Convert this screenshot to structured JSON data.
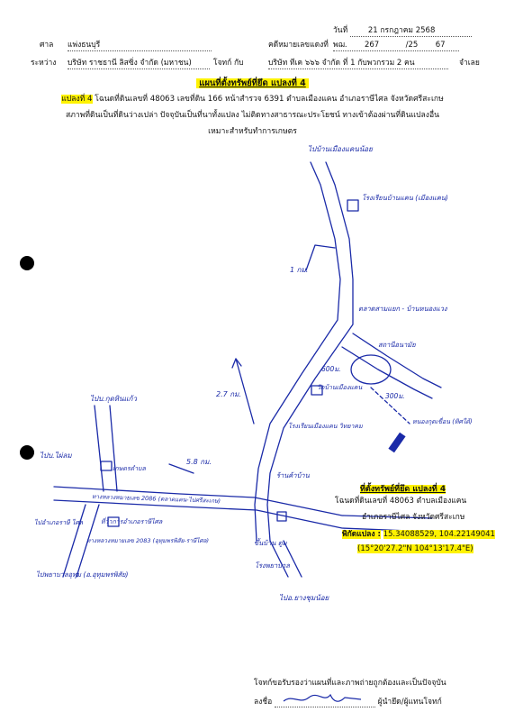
{
  "header": {
    "date_label": "วันที่",
    "date_value": "21 กรกฎาคม 2568",
    "court_label": "ศาล",
    "court_value": "แพ่งธนบุรี",
    "case_label": "คดีหมายเลขแดงที่",
    "case_prefix": "พฌ.",
    "case_number": "267",
    "case_sep": "/25",
    "case_year": "67",
    "between_label": "ระหว่าง",
    "plaintiff": "บริษัท ราชธานี ลิสซิ่ง จำกัด (มหาชน)",
    "plaintiff_role": "โจทก์ กับ",
    "defendant": "บริษัท ทีเค ๖๖๖ จำกัด ที่ 1 กับพวกรวม 2 คน",
    "defendant_role": "จำเลย"
  },
  "title": "แผนที่ตั้งทรัพย์ที่ยึด แปลงที่ 4",
  "description": {
    "plot_label": "แปลงที่ 4",
    "line1_rest": " โฉนดที่ดินเลขที่ 48063 เลขที่ดิน 166 หน้าสำรวจ 6391 ตำบลเมืองแคน อำเภอราษีไศล จังหวัดศรีสะเกษ",
    "line2": "สภาพที่ดินเป็นที่ดินว่างเปล่า ปัจจุบันเป็นที่นาทั้งแปลง ไม่ติดทางสาธารณะประโยชน์ ทางเข้าต้องผ่านที่ดินแปลงอื่น",
    "line3": "เหมาะสำหรับทำการเกษตร"
  },
  "legend": {
    "title": "ที่ตั้งทรัพย์ที่ยึด แปลงที่ 4",
    "deed": "โฉนดที่ดินเลขที่ 48063 ตำบลเมืองแคน",
    "location": "อำเภอราษีไศล จังหวัดศรีสะเกษ",
    "coords_label": "พิกัดแปลง :",
    "coords_decimal": "15.34088529, 104.22149041",
    "coords_dms": "(15°20'27.2\"N 104°13'17.4\"E)"
  },
  "map_labels": {
    "to_muang_kae": "ไปบ้านเมืองแคนน้อย",
    "school": "โรงเรียนบ้านแคน (เมืองแคน)",
    "dist_1km": "1 กม.",
    "intersection": "ตลาดสามแยก - บ้านหนองแวง",
    "health": "สถานีอนามัย",
    "dist_600m": "600ม.",
    "dist_300m": "300ม.",
    "nong_khuean": "หนองกุดเขื่อน (ทิศใต้)",
    "dist_2_7km": "2.7 กม.",
    "to_kut_hin": "ไปบ.กุดหินแก้ว",
    "wat": "วัดบ้านเมืองแคน",
    "school2": "โรงเรียนเมืองแคน วิทยาคม",
    "to_phai_lom": "ไปบ.ไผ่ลม",
    "dist_5_8km": "5.8 กม.",
    "kaset": "เกษตรตำบล",
    "highway": "ทางหลวงหมายเลข 2086 (ตลาดแคน-ไปศรีสะเกษ)",
    "kasan_ban": "ร้านค้าบ้าน",
    "amphoe": "ที่ว่าการอำเภอราษีไศล",
    "highway2": "ทางหลวงหมายเลข 2083 (อุทุมพรพิสัย-ราษีไศล)",
    "to_rasi_salai": "ไปอำเภอราษี ไศล",
    "bus": "ขึ้นบ้าน ตูม",
    "hospital": "โรงพยาบาล",
    "to_uthumphon": "ไปพยาบาลอุทุม (อ.อุทุมพรพิสัย)",
    "to_songpuay": "ไปอ.ยางชุมน้อย"
  },
  "footer": {
    "certify": "โจทก์ขอรับรองว่าแผนที่และภาพถ่ายถูกต้องและเป็นปัจจุบัน",
    "sign_label": "ลงชื่อ",
    "sign_role": "ผู้นำยึด/ผู้แทนโจทก์"
  },
  "colors": {
    "highlight": "#fff200",
    "ink_blue": "#1a2aa8",
    "text": "#111111"
  }
}
